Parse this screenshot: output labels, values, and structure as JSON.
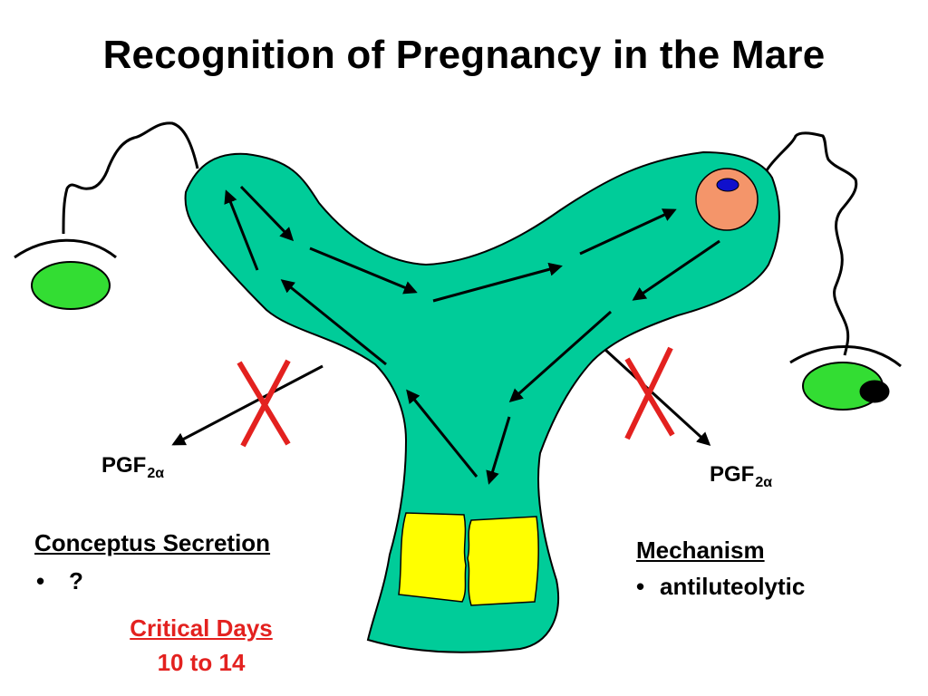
{
  "title": "Recognition of Pregnancy in the Mare",
  "pgf_labels": {
    "left": {
      "main": "PGF",
      "sub": "2α"
    },
    "right": {
      "main": "PGF",
      "sub": "2α"
    }
  },
  "conceptus_secretion": {
    "heading": "Conceptus Secretion",
    "bullet_symbol": "•",
    "bullet_text": "?"
  },
  "critical_days": {
    "line1": "Critical Days",
    "line2": "10 to 14"
  },
  "mechanism": {
    "heading": "Mechanism",
    "bullet_symbol": "•",
    "bullet_text": "antiluteolytic"
  },
  "colors": {
    "uterus": "#00cc99",
    "cervix": "#ffff00",
    "ovary": "#33dd33",
    "embryo": "#f4956a",
    "embryo_nucleus": "#1010cc",
    "corpus_luteum": "#000000",
    "block_mark": "#e3211f",
    "critical_text": "#e3211f"
  }
}
